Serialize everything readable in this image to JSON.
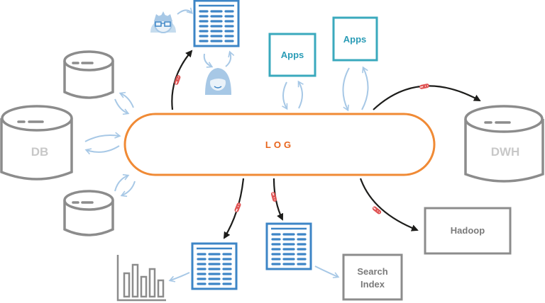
{
  "log": {
    "label": "LOG"
  },
  "stores": {
    "db": "DB",
    "dwh": "DWH"
  },
  "apps": [
    "Apps",
    "Apps"
  ],
  "sinks": {
    "hadoop": "Hadoop",
    "search_line1": "Search",
    "search_line2": "Index"
  },
  "colors": {
    "log_border": "#f08a35",
    "log_text": "#e8641b",
    "db_gray": "#8c8c8c",
    "db_text": "#c8c8c8",
    "table_blue": "#3d85c6",
    "apps_teal": "#3aa9bd",
    "flow_arrow": "#1d1d1b",
    "message_red": "#e05555",
    "sync_arrow": "#a7c8e6"
  },
  "icons": [
    "database-icon",
    "table-icon",
    "person-icon",
    "bar-chart-icon",
    "message-icon"
  ]
}
